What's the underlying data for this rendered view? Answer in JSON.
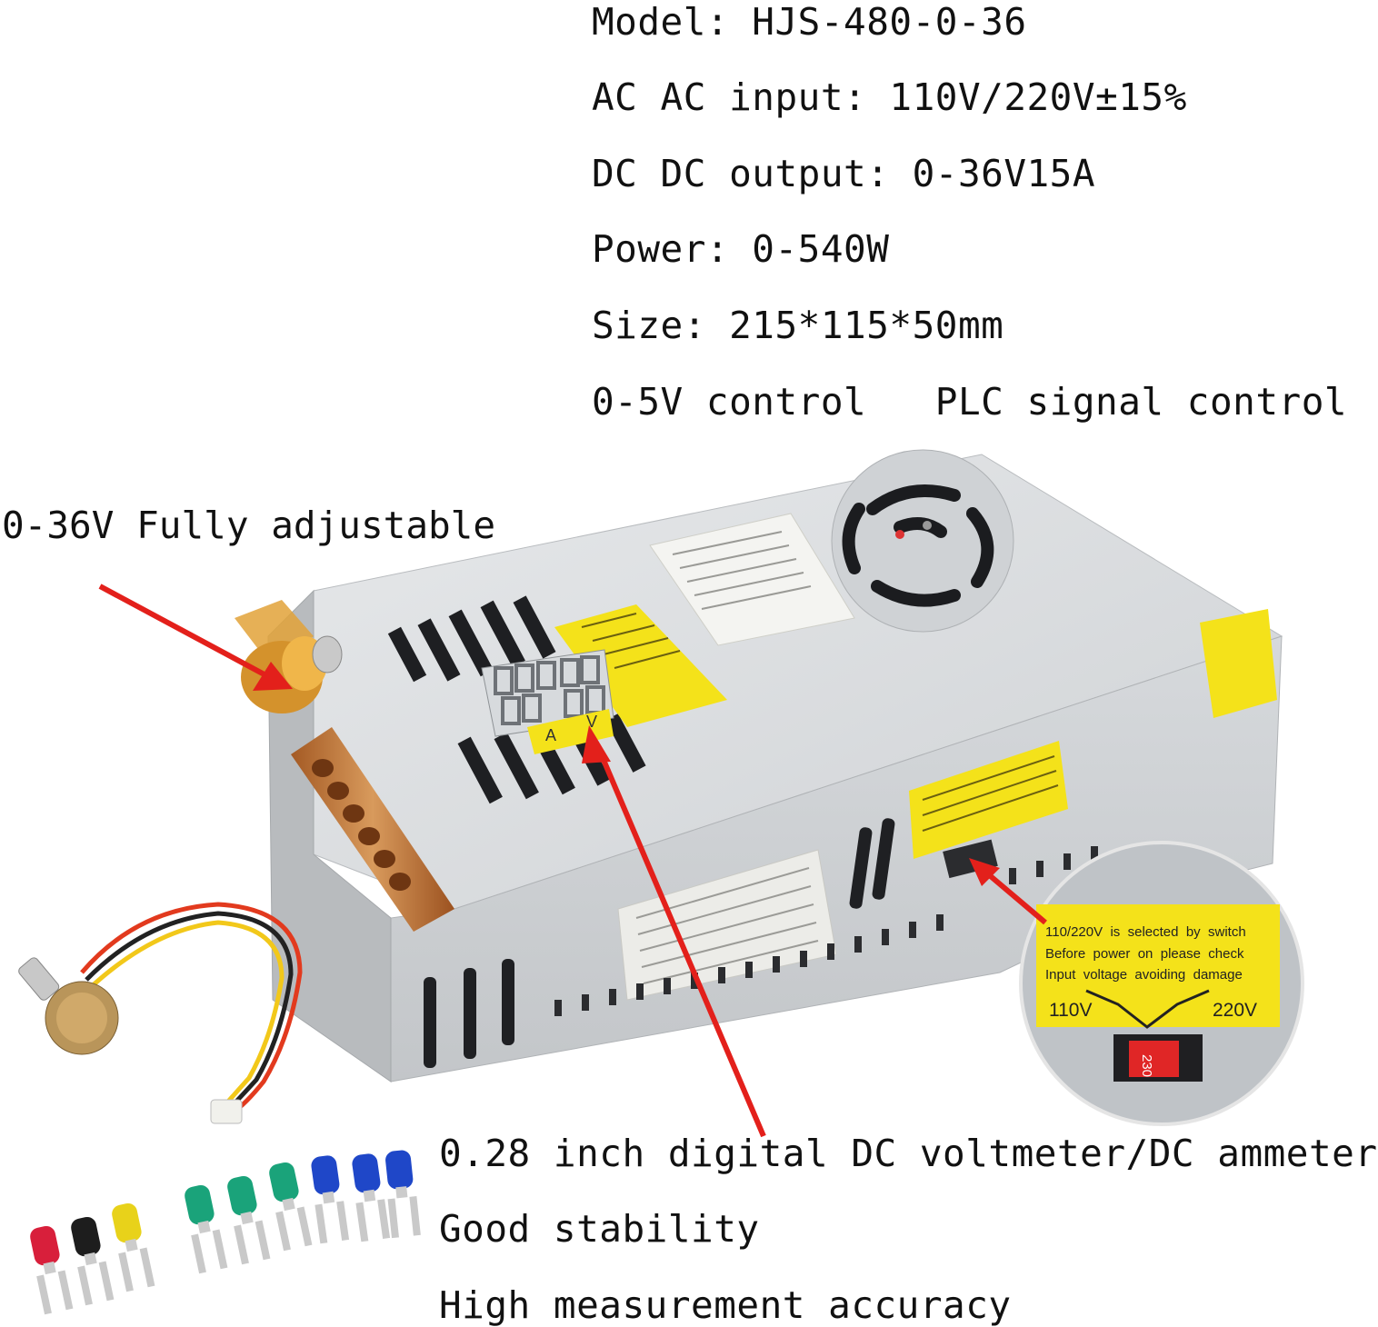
{
  "specs": {
    "model": "Model: HJS-480-0-36",
    "ac_input": "AC AC input: 110V/220V±15%",
    "dc_output": "DC DC output: 0-36V15A",
    "power": "Power: 0-540W",
    "size": "Size: 215*115*50mm",
    "control": "0-5V control   PLC signal control"
  },
  "callouts": {
    "adjustable": "0-36V Fully adjustable",
    "meter": "0.28 inch digital DC voltmeter/DC ammeter",
    "stability": "Good stability",
    "accuracy": "High measurement accuracy"
  },
  "switch_label": {
    "line1": "110/220V  is  selected  by  switch",
    "line2": "Before  power  on  please  check",
    "line3": "Input  voltage  avoiding  damage",
    "left": "110V",
    "right": "220V",
    "switch_text": "230"
  },
  "meter_labels": {
    "amp": "A",
    "volt": "V"
  },
  "colors": {
    "arrow": "#e3201b",
    "label_yellow": "#f4e21a",
    "case": "#d9dcdf",
    "terminal": "#c87a3c"
  }
}
